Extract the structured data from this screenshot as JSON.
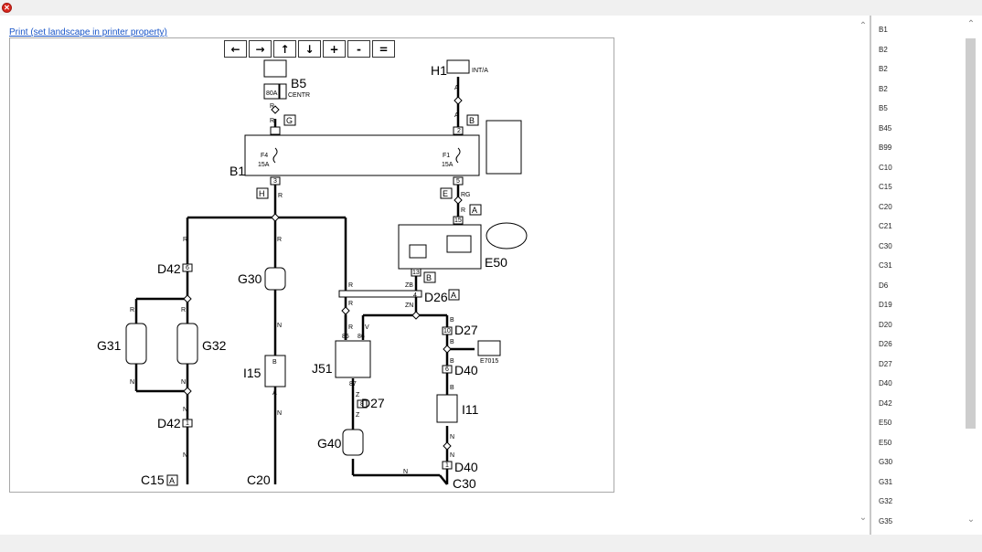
{
  "window": {
    "close_glyph": "✕"
  },
  "toolbar": {
    "print_label": "Print (set landscape in printer property)"
  },
  "nav_buttons": [
    "←",
    "→",
    "↑",
    "↓",
    "+",
    "-",
    "="
  ],
  "scroll": {
    "up": "▲",
    "down": "▼",
    "left_up": "⌃",
    "left_down": "⌄"
  },
  "components": {
    "B5": "B5",
    "B5_fuse": "80A",
    "B5_centr": "CENTR",
    "H1": "H1",
    "H1_tag": "INT/A",
    "B1": "B1",
    "B1_F4": "F4",
    "B1_F4_amp": "15A",
    "B1_F1": "F1",
    "B1_F1_amp": "15A",
    "E50": "E50",
    "D26": "D26",
    "D27_top": "D27",
    "D27_mid": "D27",
    "D40_top": "D40",
    "D40_bot": "D40",
    "D42_top": "D42",
    "D42_bot": "D42",
    "G30": "G30",
    "G31": "G31",
    "G32": "G32",
    "G40": "G40",
    "I15": "I15",
    "I11": "I11",
    "J51": "J51",
    "E7015": "E7015",
    "C15": "C15",
    "C20": "C20",
    "C30": "C30"
  },
  "wire_colors": {
    "R": "R",
    "A": "A",
    "N": "N",
    "B": "B",
    "V": "V",
    "Z": "Z",
    "ZB": "ZB",
    "ZN": "ZN",
    "RG": "RG"
  },
  "connector_tags": {
    "G": "G",
    "B": "B",
    "H": "H",
    "E": "E",
    "A": "A"
  },
  "pins": {
    "p1": "1",
    "p2": "2",
    "p3": "3",
    "p4": "4",
    "p5": "5",
    "p6": "6",
    "p8": "8",
    "p10": "10",
    "p13": "13",
    "p15": "15",
    "p85": "85",
    "p86": "86",
    "p87": "87",
    "pA": "A",
    "pB": "B"
  },
  "component_list": [
    "B1",
    "B2",
    "B2",
    "B2",
    "B5",
    "B45",
    "B99",
    "C10",
    "C15",
    "C20",
    "C21",
    "C30",
    "C31",
    "D6",
    "D19",
    "D20",
    "D26",
    "D27",
    "D40",
    "D42",
    "E50",
    "E50",
    "G30",
    "G31",
    "G32",
    "G35"
  ]
}
